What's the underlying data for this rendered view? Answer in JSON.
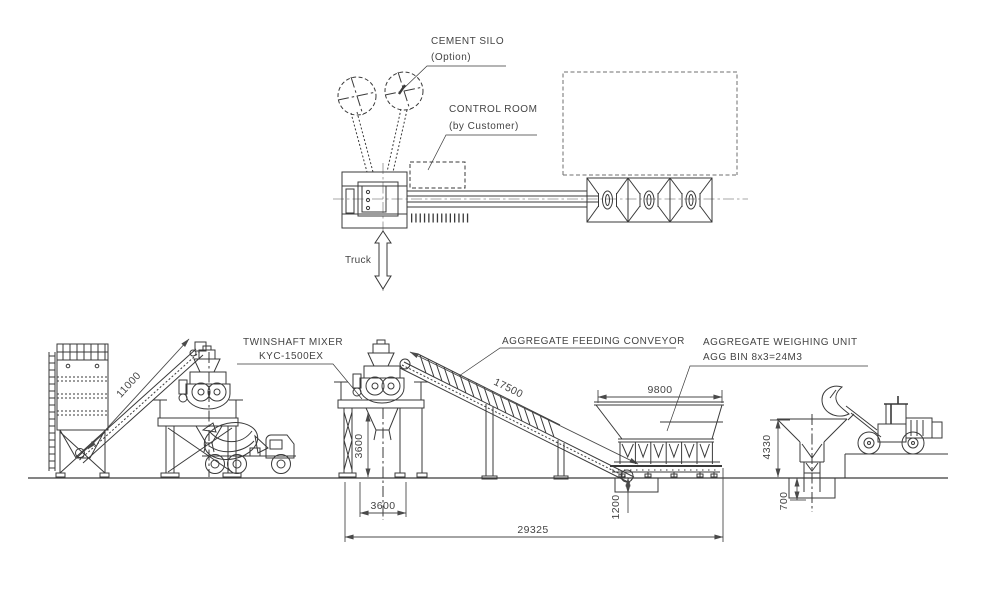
{
  "drawing_labels": {
    "cement_silo": {
      "title": "CEMENT SILO",
      "note": "(Option)"
    },
    "control_room": {
      "title": "CONTROL ROOM",
      "note": "(by Customer)"
    },
    "truck": "Truck",
    "twinshaft_mixer": {
      "title": "TWINSHAFT MIXER",
      "model": "KYC-1500EX"
    },
    "feeding_conveyor": {
      "title": "AGGREGATE FEEDING CONVEYOR"
    },
    "weighing_unit": {
      "title": "AGGREGATE WEIGHING UNIT",
      "spec": "AGG BIN 8x3=24M3"
    }
  },
  "dimensions_mm": {
    "screw_conveyor_length": "11000",
    "feeding_conveyor_length": "17500",
    "weighing_unit_width": "9800",
    "mixer_tower_height": "3600",
    "mixer_tower_span": "3600",
    "conveyor_pit_depth": "1200",
    "overall_length": "29325",
    "loading_hopper_height": "4330",
    "loading_pit_depth": "700"
  },
  "colors": {
    "line": "#3a3a3a",
    "text": "#444444",
    "centerline": "#8a8a8a",
    "background": "#ffffff"
  }
}
